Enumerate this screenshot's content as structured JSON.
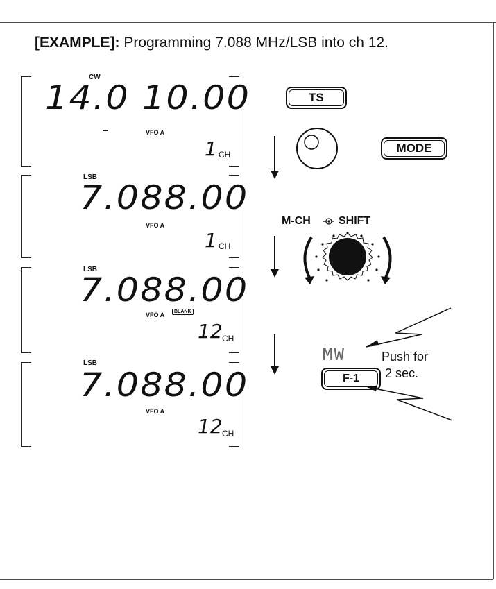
{
  "title": {
    "prefix": "[EXAMPLE]:",
    "text": " Programming 7.088 MHz/LSB into ch 12."
  },
  "displays": [
    {
      "mode": "CW",
      "frequency": "14.0 10.00",
      "vfo": "VFO A",
      "channel": "1",
      "ch_label": "CH",
      "blank": ""
    },
    {
      "mode": "LSB",
      "frequency": "7.088.00",
      "vfo": "VFO A",
      "channel": "1",
      "ch_label": "CH",
      "blank": ""
    },
    {
      "mode": "LSB",
      "frequency": "7.088.00",
      "vfo": "VFO A",
      "channel": "12",
      "ch_label": "CH",
      "blank": "BLANK"
    },
    {
      "mode": "LSB",
      "frequency": "7.088.00",
      "vfo": "VFO A",
      "channel": "12",
      "ch_label": "CH",
      "blank": ""
    }
  ],
  "controls": {
    "ts_key": "TS",
    "mode_key": "MODE",
    "mch_label": "M-CH",
    "shift_label": "SHIFT",
    "mw_indicator": "MW",
    "f1_key": "F-1",
    "push_line1": "Push for",
    "push_line2": "2 sec."
  }
}
